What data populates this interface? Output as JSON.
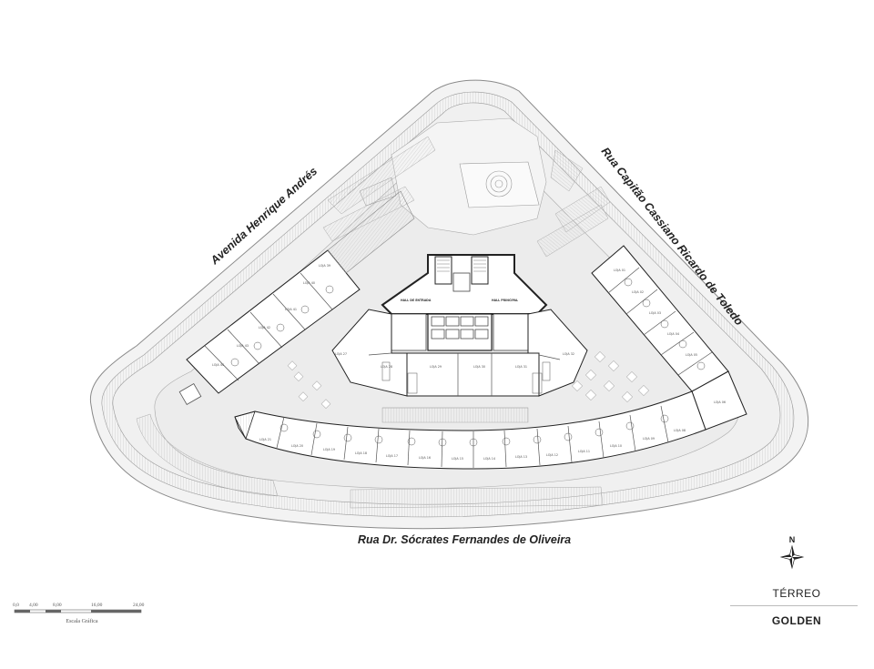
{
  "streets": {
    "west": "Avenida Henrique Andrés",
    "east": "Rua Capitão Cassiano Ricardo de Toledo",
    "south": "Rua Dr. Sócrates Fernandes de Oliveira"
  },
  "halls": {
    "hall_left": "HALL DE ENTRADA",
    "hall_right": "HALL PRINCIPAL"
  },
  "title_block": {
    "floor": "TÉRREO",
    "project": "GOLDEN"
  },
  "north_label": "N",
  "scale": {
    "ticks": [
      "0,0",
      "4,00",
      "8,00",
      "16,00",
      "24,00"
    ],
    "caption": "Escala Gráfica"
  },
  "colors": {
    "line": "#8a8a8a",
    "dark": "#222222",
    "fill": "#efefef",
    "shop": "#ffffff"
  }
}
